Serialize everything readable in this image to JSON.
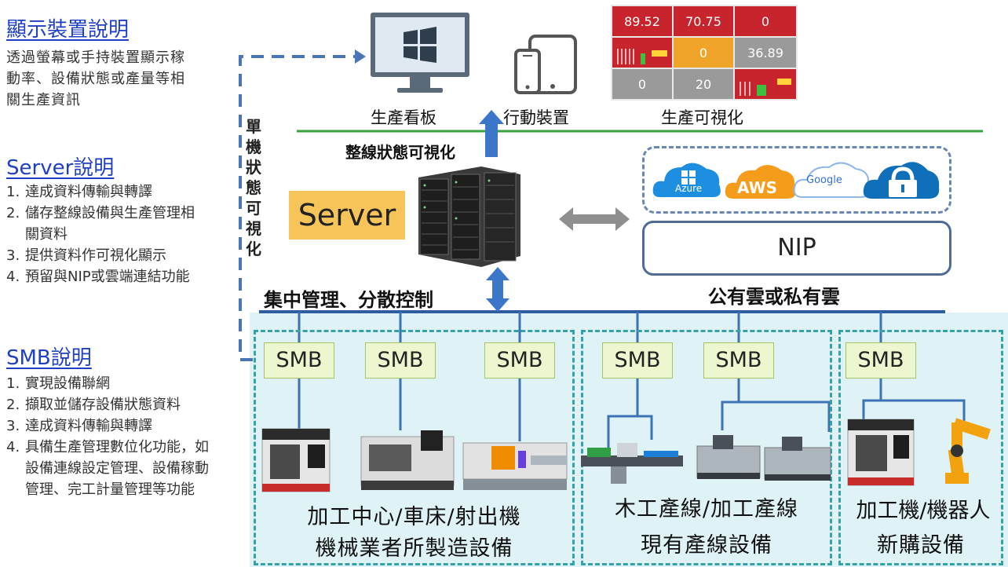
{
  "left": {
    "display": {
      "title": "顯示裝置說明",
      "body": [
        "透過螢幕或手持裝置顯示稼",
        "動率、設備狀態或產量等相",
        "關生產資訊"
      ]
    },
    "server": {
      "title": "Server說明",
      "items": [
        {
          "num": "1.",
          "text": "達成資料傳輸與轉譯"
        },
        {
          "num": "2.",
          "text": "儲存整線設備與生產管理相關資料"
        },
        {
          "num": "3.",
          "text": "提供資料作可視化顯示"
        },
        {
          "num": "4.",
          "text": "預留與NIP或雲端連結功能"
        }
      ]
    },
    "smb": {
      "title": "SMB說明",
      "items": [
        {
          "num": "1.",
          "text": "實現設備聯網"
        },
        {
          "num": "2.",
          "text": "擷取並儲存設備狀態資料"
        },
        {
          "num": "3.",
          "text": "達成資料傳輸與轉譯"
        },
        {
          "num": "4.",
          "text": "具備生產管理數位化功能，如設備連線設定管理、設備稼動管理、完工計量管理等功能"
        }
      ]
    }
  },
  "top": {
    "board_label": "生產看板",
    "mobile_label": "行動裝置",
    "viz_label": "生產可視化",
    "line_status_label": "整線狀態可視化",
    "single_machine_label": "單機狀態可視化"
  },
  "dashboard_values": [
    "89.52",
    "70.75",
    "0",
    "0",
    "36.89",
    "0",
    "20"
  ],
  "server": {
    "label": "Server"
  },
  "cloud": {
    "providers": [
      "Azure",
      "AWS",
      "Google"
    ],
    "nip_label": "NIP",
    "caption": "公有雲或私有雲"
  },
  "management_label": "集中管理、分散控制",
  "smb_label": "SMB",
  "groups": [
    {
      "line1": "加工中心/車床/射出機",
      "line2": "機械業者所製造設備"
    },
    {
      "line1": "木工產線/加工產線",
      "line2": "現有產線設備"
    },
    {
      "line1": "加工機/機器人",
      "line2": "新購設備"
    }
  ],
  "colors": {
    "accent_blue": "#1f3fc4",
    "bus_blue": "#2f5e9e",
    "green_line": "#39a23f",
    "panel_teal": "#35a2a8",
    "panel_fill": "#dff3f6",
    "server_box": "#f7c45a",
    "dash_red": "#c8242d",
    "dash_orange": "#f0a52a",
    "dash_gray": "#9a9a9a"
  }
}
